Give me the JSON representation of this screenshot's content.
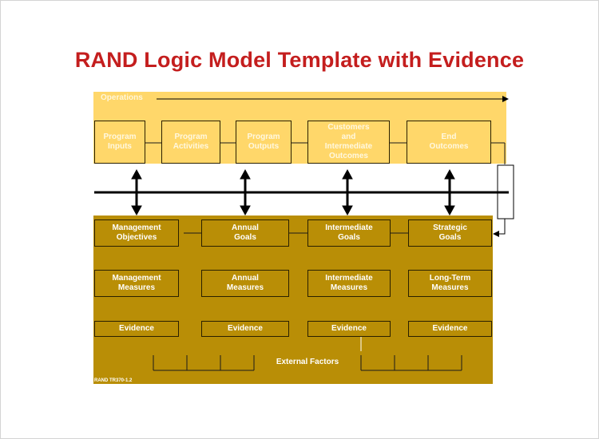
{
  "title": "RAND Logic Model Template with Evidence",
  "operations_label": "Operations",
  "operations_boxes": [
    "Program\nInputs",
    "Program\nActivities",
    "Program\nOutputs",
    "Customers\nand\nIntermediate\nOutcomes",
    "End\nOutcomes"
  ],
  "objectives_row": [
    "Management\nObjectives",
    "Annual\nGoals",
    "Intermediate\nGoals",
    "Strategic\nGoals"
  ],
  "measures_row": [
    "Management\nMeasures",
    "Annual\nMeasures",
    "Intermediate\nMeasures",
    "Long-Term\nMeasures"
  ],
  "evidence_row": [
    "Evidence",
    "Evidence",
    "Evidence",
    "Evidence"
  ],
  "external_factors": "External Factors",
  "footnote": "RAND TR370-1.2",
  "colors": {
    "title": "#c41e1e",
    "operations_band": "#ffd76a",
    "strategy_band": "#b98e06"
  }
}
